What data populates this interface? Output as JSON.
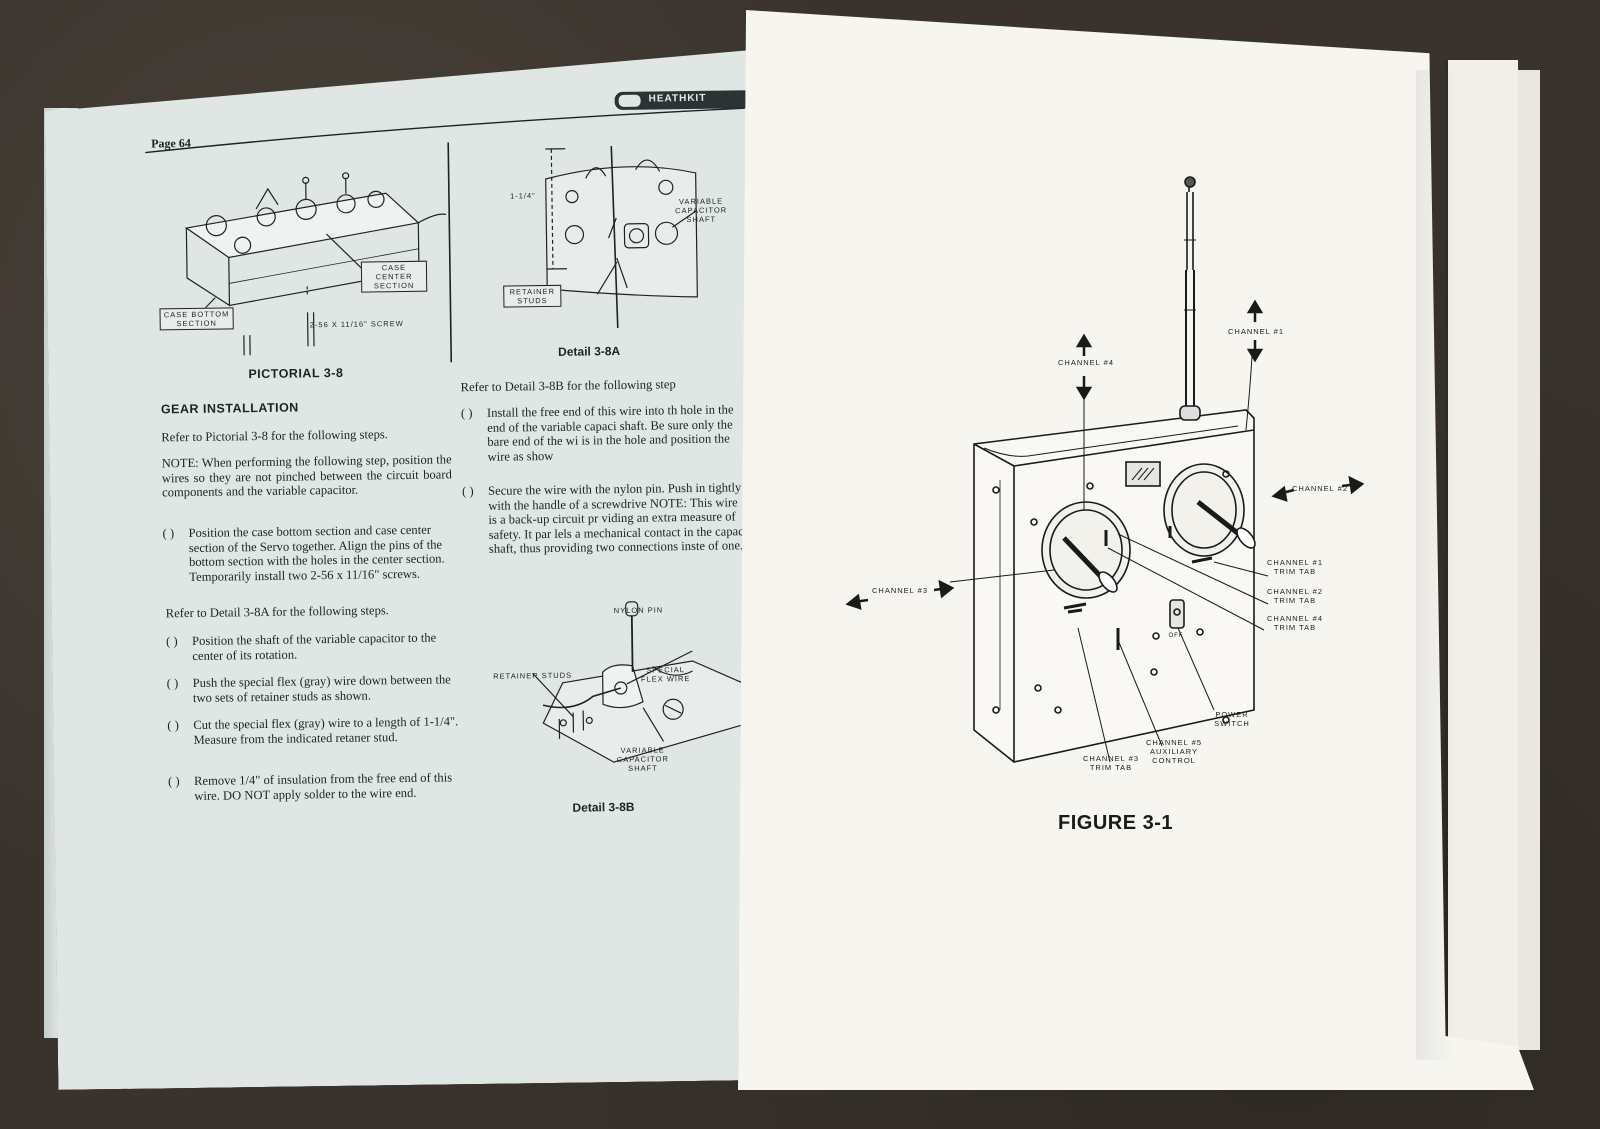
{
  "left_page": {
    "page_number": "Page 64",
    "brand": "HEATHKIT",
    "pictorial": {
      "title": "PICTORIAL 3-8",
      "labels": {
        "case_center": "CASE CENTER SECTION",
        "case_bottom": "CASE BOTTOM SECTION",
        "screw": "2-56 x 11/16\" SCREW"
      }
    },
    "detail_a": {
      "title": "Detail 3-8A",
      "labels": {
        "dimension": "1-1/4\"",
        "variable_capacitor": "VARIABLE CAPACITOR SHAFT",
        "retainer_studs": "RETAINER STUDS"
      }
    },
    "detail_b": {
      "title": "Detail 3-8B",
      "labels": {
        "nylon_pin": "NYLON PIN",
        "retainer_studs": "RETAINER STUDS",
        "special_flex": "SPECIAL FLEX WIRE",
        "variable_capacitor": "VARIABLE CAPACITOR SHAFT"
      }
    },
    "section_heading": "GEAR INSTALLATION",
    "refer_pictorial": "Refer to Pictorial 3-8 for the following steps.",
    "note": "NOTE: When performing the following step, position the wires so they are not pinched between the circuit board components and the variable capacitor.",
    "checkbox": "( )",
    "steps_col1": [
      "Position the case bottom section and case center section of the Servo together. Align the pins of the bottom section with the holes in the center section. Temporarily install two 2-56 x 11/16\" screws."
    ],
    "refer_detail_a": "Refer to Detail 3-8A for the following steps.",
    "steps_detail_a": [
      "Position the shaft of the variable capacitor to the center of its rotation.",
      "Push the special flex (gray) wire down between the two sets of retainer studs as shown.",
      "Cut the special flex (gray) wire to a length of 1-1/4\". Measure from the indicated retaner stud.",
      "Remove 1/4\" of insulation from the free end of this wire. DO NOT apply solder to the wire end."
    ],
    "refer_detail_b": "Refer to Detail 3-8B for the following step",
    "steps_detail_b": [
      "Install the free end of this wire into th hole in the end of the variable capaci shaft. Be sure only the bare end of the wi is in the hole and position the wire as show",
      "Secure the wire with the nylon pin. Push in tightly with the handle of a screwdrive NOTE: This wire is a back-up circuit pr viding an extra measure of safety. It par lels a mechanical contact in the capaci shaft, thus providing two connections inste of one."
    ]
  },
  "right_page": {
    "figure_title": "FIGURE 3-1",
    "labels": {
      "channel_1": "CHANNEL #1",
      "channel_2": "CHANNEL #2",
      "channel_3": "CHANNEL #3",
      "channel_4": "CHANNEL #4",
      "ch1_trim": "CHANNEL #1 TRIM TAB",
      "ch2_trim": "CHANNEL #2 TRIM TAB",
      "ch4_trim": "CHANNEL #4 TRIM TAB",
      "ch3_trim": "CHANNEL #3 TRIM TAB",
      "ch5_aux": "CHANNEL #5 AUXILIARY CONTROL",
      "power_switch": "POWER SWITCH",
      "off": "OFF"
    }
  },
  "colors": {
    "left_paper": "#dfe6e4",
    "right_paper": "#f6f5f0",
    "ink": "#1d2324",
    "background": "#3a332d"
  }
}
